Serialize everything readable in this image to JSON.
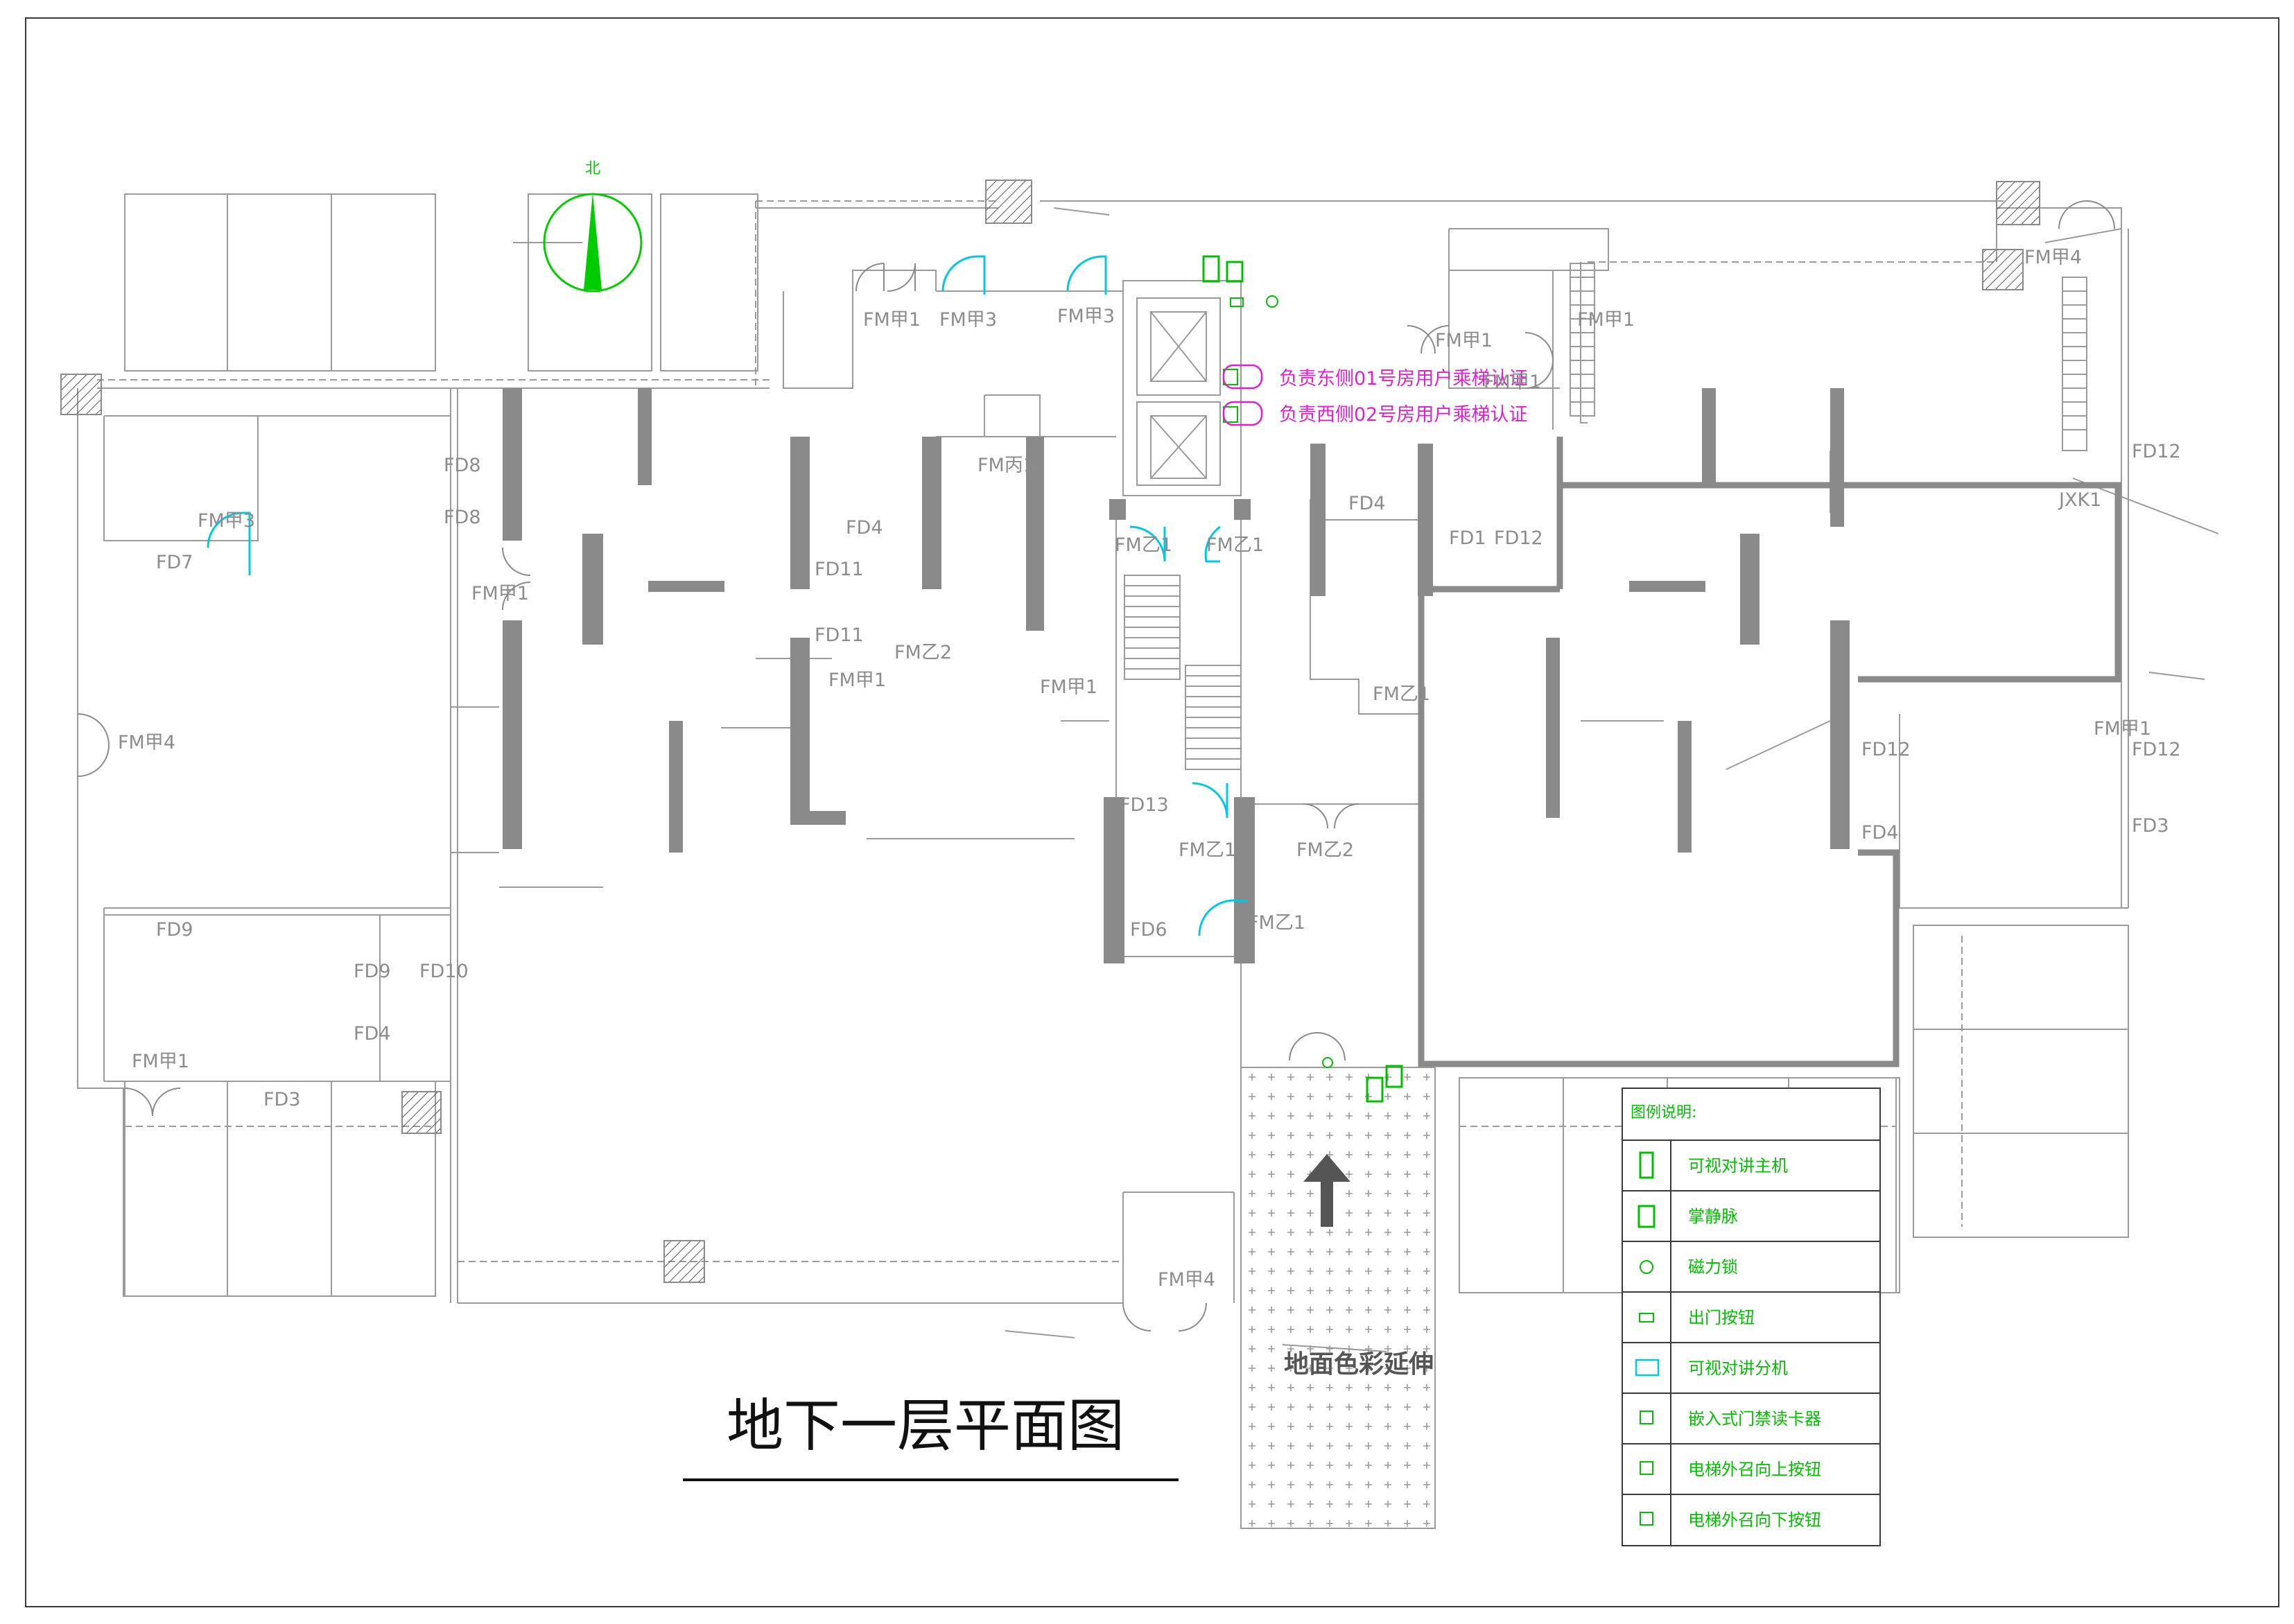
{
  "title": "地下一层平面图",
  "ground_note": "地面色彩延伸",
  "north_label": "北",
  "callouts": [
    {
      "text": "负责东侧01号房用户乘梯认证"
    },
    {
      "text": "负责西侧02号房用户乘梯认证"
    }
  ],
  "legend": {
    "title": "图例说明:",
    "items": [
      {
        "label": "可视对讲主机",
        "icon": "intercom-main-icon"
      },
      {
        "label": "掌静脉",
        "icon": "palm-vein-icon"
      },
      {
        "label": "磁力锁",
        "icon": "magnetic-lock-icon"
      },
      {
        "label": "出门按钮",
        "icon": "exit-button-icon"
      },
      {
        "label": "可视对讲分机",
        "icon": "intercom-extension-icon"
      },
      {
        "label": "嵌入式门禁读卡器",
        "icon": "card-reader-icon"
      },
      {
        "label": "电梯外召向上按钮",
        "icon": "elevator-up-button-icon"
      },
      {
        "label": "电梯外召向下按钮",
        "icon": "elevator-down-button-icon"
      }
    ]
  },
  "door_labels": {
    "fm_jia1_a": "FM甲1",
    "fm_jia3_a": "FM甲3",
    "fm_jia3_b": "FM甲3",
    "fm_jia3_c": "FM甲3",
    "fm_bing1": "FM丙1",
    "fm_jia1_b": "FM甲1",
    "fm_jia1_c": "FM甲1",
    "fm_jia1_d": "FM甲1",
    "fm_jia4_a": "FM甲4",
    "fm_jia4_b": "FM甲4",
    "fm_yi1_a": "FM乙1",
    "fm_yi1_b": "FM乙1",
    "fm_yi2_a": "FM乙2",
    "fm_yi2_b": "FM乙2",
    "fm_yi1_c": "FM乙1",
    "fm_yi1_d": "FM乙1",
    "fm_yi1_e": "FM乙1",
    "fm_jia1_e": "FM甲1",
    "fm_jia1_f": "FM甲1",
    "fm_jia1_g": "FM甲1",
    "fm_jia4_c": "FM甲4",
    "fm_jia1_h": "FM甲1",
    "fm_jia1_i": "FM甲1",
    "fd7": "FD7",
    "fd8_a": "FD8",
    "fd8_b": "FD8",
    "fd4_a": "FD4",
    "fd11_a": "FD11",
    "fd11_b": "FD11",
    "fd13": "FD13",
    "fd6": "FD6",
    "fd9_a": "FD9",
    "fd9_b": "FD9",
    "fd10": "FD10",
    "fd4_b": "FD4",
    "fd3_a": "FD3",
    "fd4_c": "FD4",
    "fd1": "FD1",
    "fd12_a": "FD12",
    "fd12_b": "FD12",
    "fd12_c": "FD12",
    "fd12_d": "FD12",
    "fd4_d": "FD4",
    "fd3_b": "FD3",
    "jxk1": "JXK1"
  },
  "colors": {
    "title": "#111111",
    "callout": "#e020d0",
    "device": "#00c000",
    "door_swing": "#00c8e6",
    "lines": "#9a9a9a",
    "walls": "#8a8a8a"
  }
}
